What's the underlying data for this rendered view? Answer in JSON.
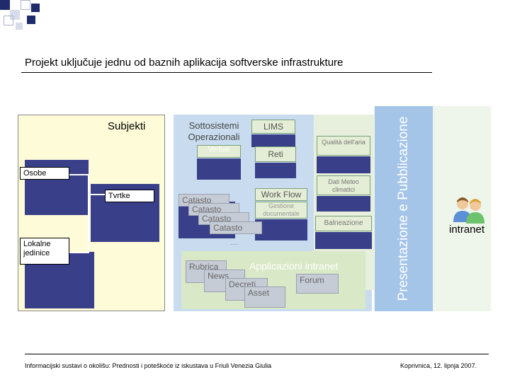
{
  "title": "Projekt uključuje jednu od baznih aplikacija softverske infrastrukture",
  "left_panel": {
    "heading": "Subjekti",
    "items": [
      "Osobe",
      "Tvrtke",
      "Lokalne jedinice"
    ]
  },
  "center": {
    "sottosistemi": "Sottosistemi Operazionali",
    "verbali": "Verbali",
    "lims": "LIMS",
    "reti": "Reti",
    "qualita": "Qualità dell'aria",
    "dati_meteo": "Dati Meteo climatici",
    "work_flow": "Work Flow",
    "gestione": "Gestione documentale",
    "balneazione": "Balneazione",
    "catasto": [
      "Catasto",
      "Catasto",
      "Catasto",
      "Catasto"
    ],
    "dots": "....",
    "applicazioni": "Applicazioni intranet",
    "rubrica": "Rubrica",
    "news": "News",
    "decreti": "Decreti",
    "asset": "Asset",
    "forum": "Forum"
  },
  "presentazione": "Presentazione e Pubblicazione",
  "intranet": "intranet",
  "footer": {
    "left": "Informacijski sustavi o okolišu: Prednosti i poteškoće iz iskustava u Friuli Venezia Giulia",
    "right": "Koprivnica, 12. lipnja 2007."
  },
  "colors": {
    "dark_blue": "#3a3f8a",
    "panel_yellow": "#fdfbd8",
    "light_blue": "#c9dcef",
    "vertical_blue": "#a4c4e8"
  }
}
